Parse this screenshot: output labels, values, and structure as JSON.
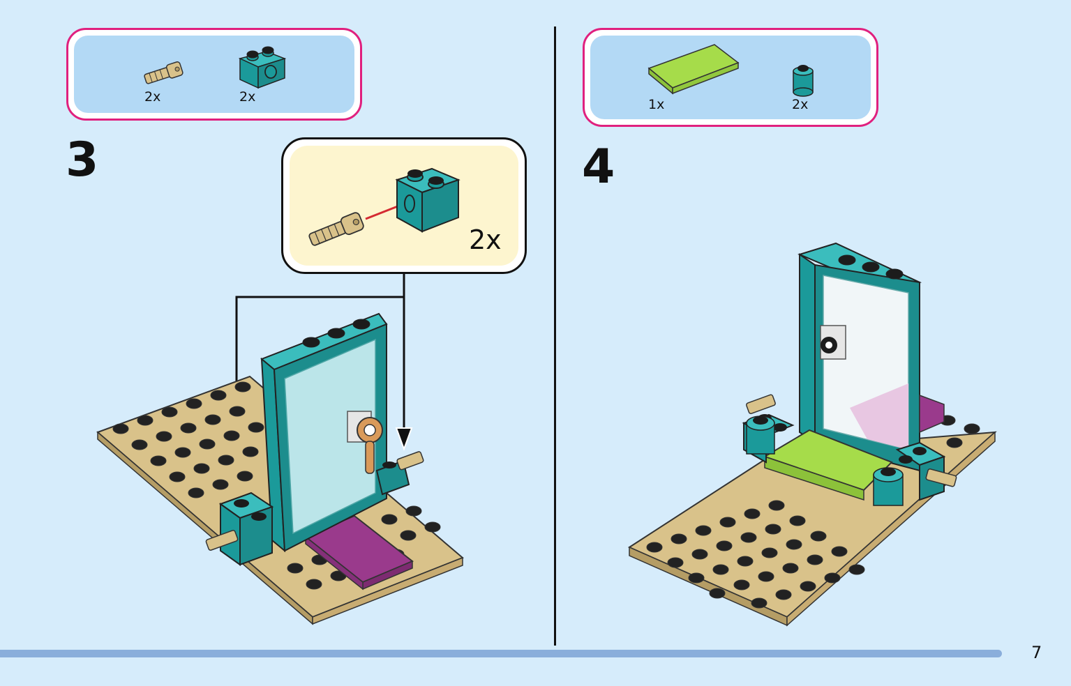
{
  "step3": {
    "number": "3",
    "parts": [
      {
        "name": "tan-axle-pin",
        "qty": "2x"
      },
      {
        "name": "teal-technic-brick-1x2",
        "qty": "2x"
      }
    ],
    "callout_qty": "2x"
  },
  "step4": {
    "number": "4",
    "parts": [
      {
        "name": "lime-tile-2x4",
        "qty": "1x"
      },
      {
        "name": "teal-round-brick-1x1",
        "qty": "2x"
      }
    ]
  },
  "page_number": "7",
  "colors": {
    "page_bg": "#d6ecfb",
    "parts_border": "#e0207e",
    "parts_bg": "#b3d9f5",
    "callout_bg": "#fdf5cf",
    "teal": "#1b9a9a",
    "tan": "#d9c28a",
    "magenta": "#9a3a8c",
    "lime": "#a6dc4a",
    "footer_bar": "#8aaedb"
  }
}
